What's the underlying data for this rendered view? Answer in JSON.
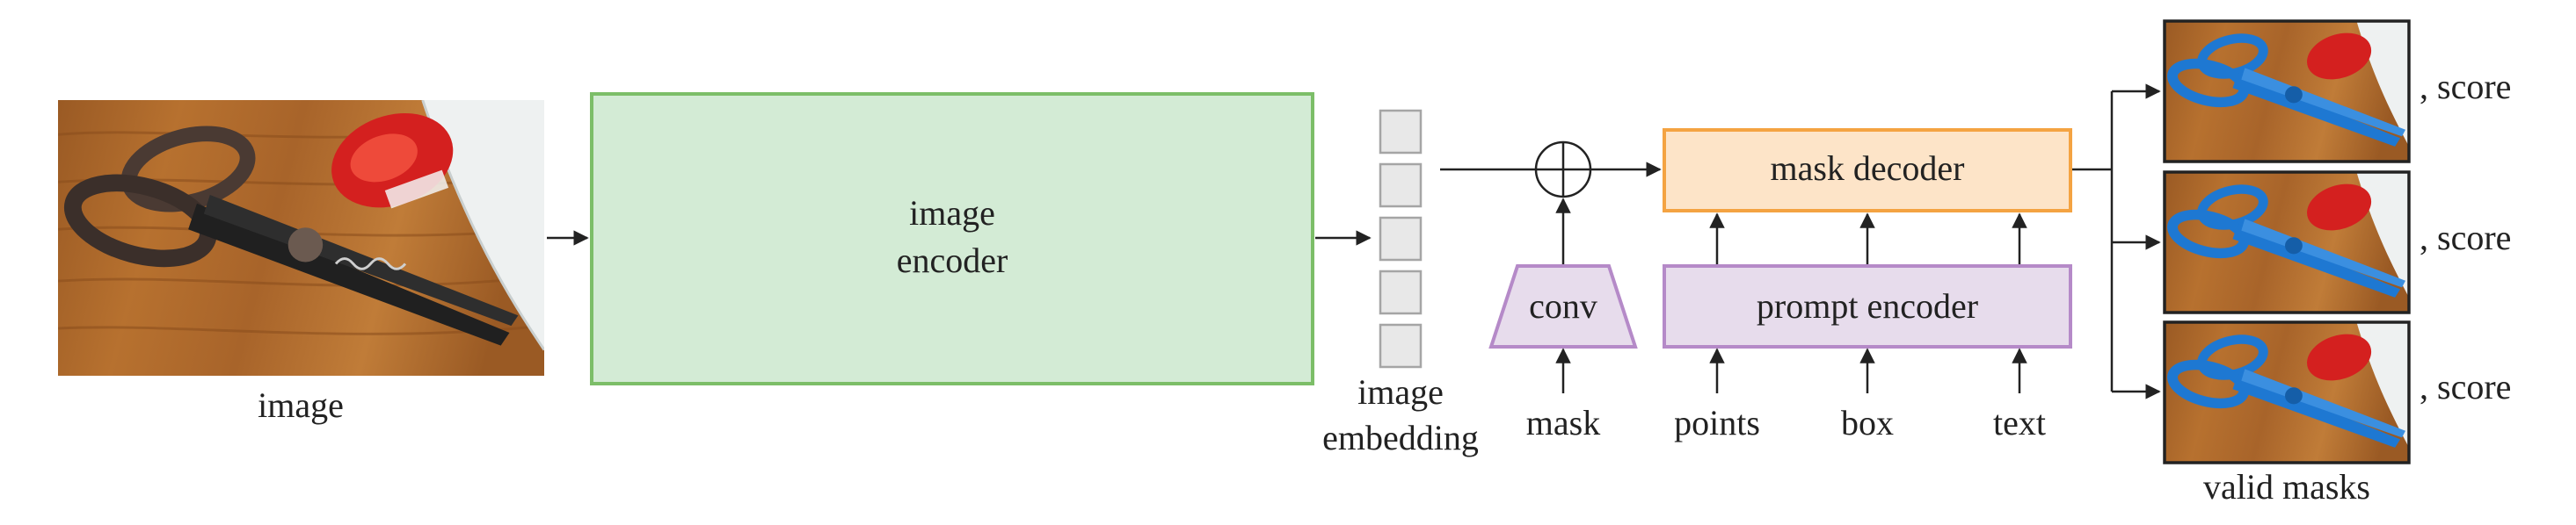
{
  "labels": {
    "image": "image",
    "image_encoder_line1": "image",
    "image_encoder_line2": "encoder",
    "image_embedding_line1": "image",
    "image_embedding_line2": "embedding",
    "conv": "conv",
    "mask": "mask",
    "mask_decoder": "mask decoder",
    "prompt_encoder": "prompt encoder",
    "points": "points",
    "box": "box",
    "text": "text",
    "score": ", score",
    "valid_masks": "valid masks"
  },
  "colors": {
    "encoder_fill": "#d3ebd5",
    "encoder_stroke": "#7cbe68",
    "decoder_fill": "#fde4c8",
    "decoder_stroke": "#f4a342",
    "prompt_fill": "#e7dcec",
    "prompt_stroke": "#b58ac8",
    "embedding_fill": "#e8e8e8",
    "embedding_stroke": "#a5a5a5",
    "mask_overlay": "#1e78d2"
  },
  "icons": {
    "input_photo": "scissors-photo",
    "output_masks": "scissors-mask-photo",
    "combine": "circle-plus-icon"
  }
}
